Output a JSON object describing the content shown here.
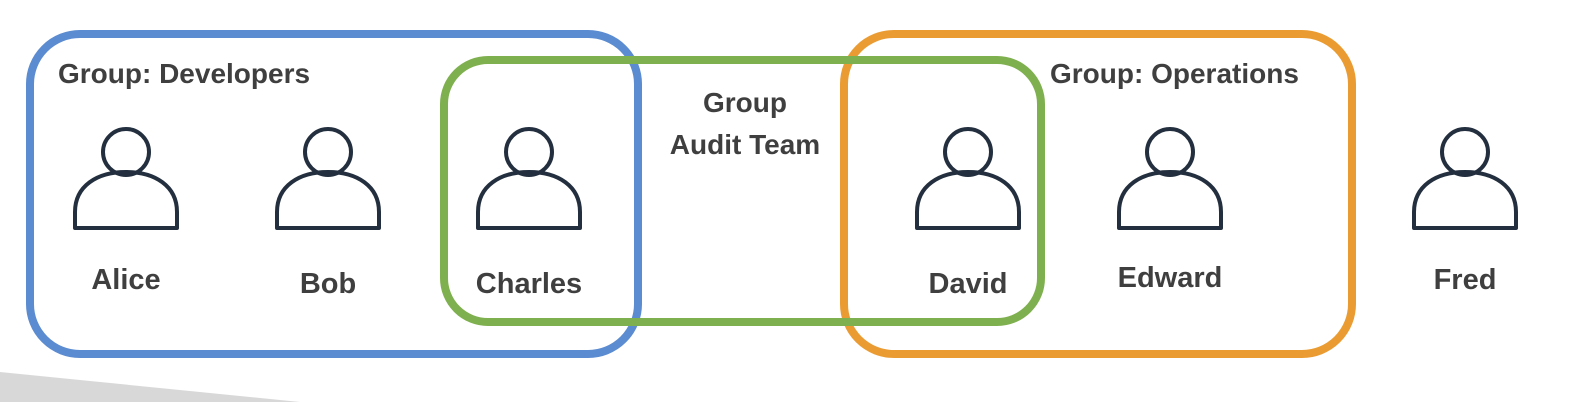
{
  "groups": {
    "developers": {
      "label": "Group: Developers",
      "color": "#5b8bd0"
    },
    "audit": {
      "label_line1": "Group",
      "label_line2": "Audit Team",
      "color": "#7fb04f"
    },
    "operations": {
      "label": "Group: Operations",
      "color": "#ea9c33"
    }
  },
  "users": [
    {
      "name": "Alice",
      "icon": "user-icon"
    },
    {
      "name": "Bob",
      "icon": "user-icon"
    },
    {
      "name": "Charles",
      "icon": "user-icon"
    },
    {
      "name": "David",
      "icon": "user-icon"
    },
    {
      "name": "Edward",
      "icon": "user-icon"
    },
    {
      "name": "Fred",
      "icon": "user-icon"
    }
  ]
}
